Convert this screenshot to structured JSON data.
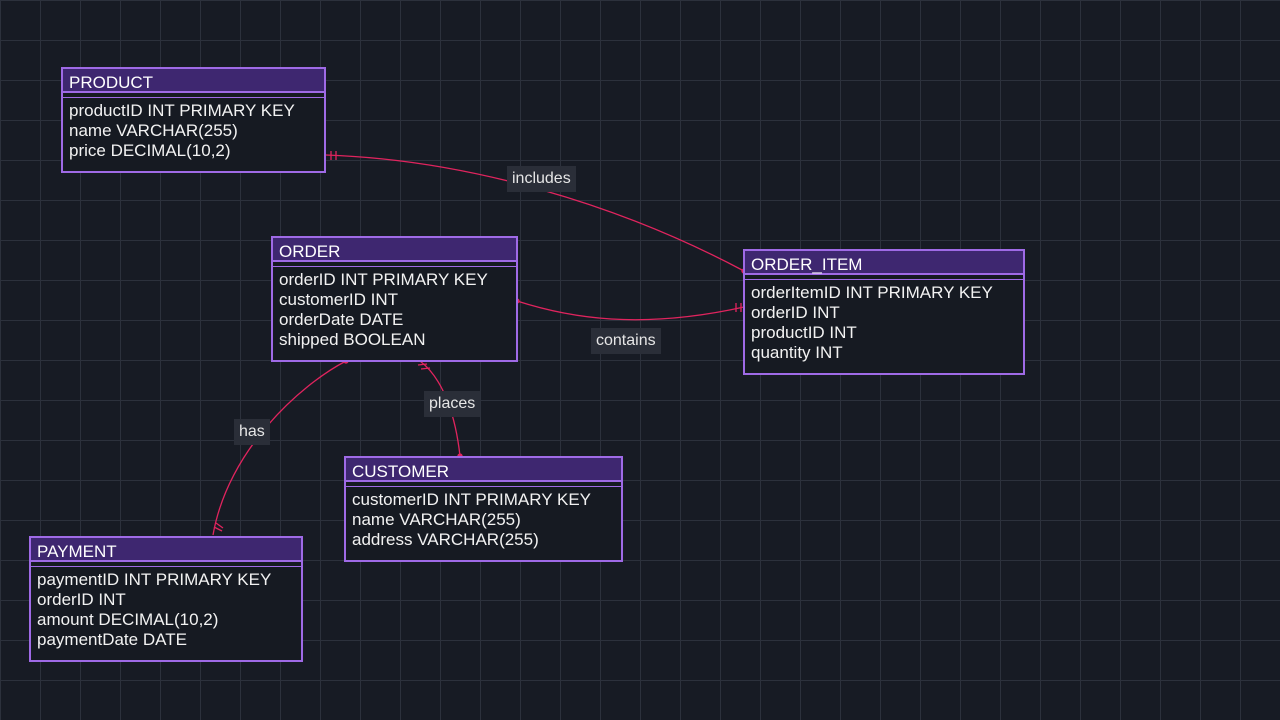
{
  "colors": {
    "background": "#171b24",
    "grid": "#2c313c",
    "entity_border": "#9f6ae6",
    "entity_header": "#3e2770",
    "relationship_line": "#e0245e"
  },
  "entities": {
    "product": {
      "name": "PRODUCT",
      "attributes": [
        "productID INT PRIMARY KEY",
        "name VARCHAR(255)",
        "price DECIMAL(10,2)"
      ]
    },
    "order": {
      "name": "ORDER",
      "attributes": [
        "orderID INT PRIMARY KEY",
        "customerID INT",
        "orderDate DATE",
        "shipped BOOLEAN"
      ]
    },
    "order_item": {
      "name": "ORDER_ITEM",
      "attributes": [
        "orderItemID INT PRIMARY KEY",
        "orderID INT",
        "productID INT",
        "quantity INT"
      ]
    },
    "customer": {
      "name": "CUSTOMER",
      "attributes": [
        "customerID INT PRIMARY KEY",
        "name VARCHAR(255)",
        "address VARCHAR(255)"
      ]
    },
    "payment": {
      "name": "PAYMENT",
      "attributes": [
        "paymentID INT PRIMARY KEY",
        "orderID INT",
        "amount DECIMAL(10,2)",
        "paymentDate DATE"
      ]
    }
  },
  "relationships": {
    "includes": "includes",
    "contains": "contains",
    "places": "places",
    "has": "has"
  }
}
